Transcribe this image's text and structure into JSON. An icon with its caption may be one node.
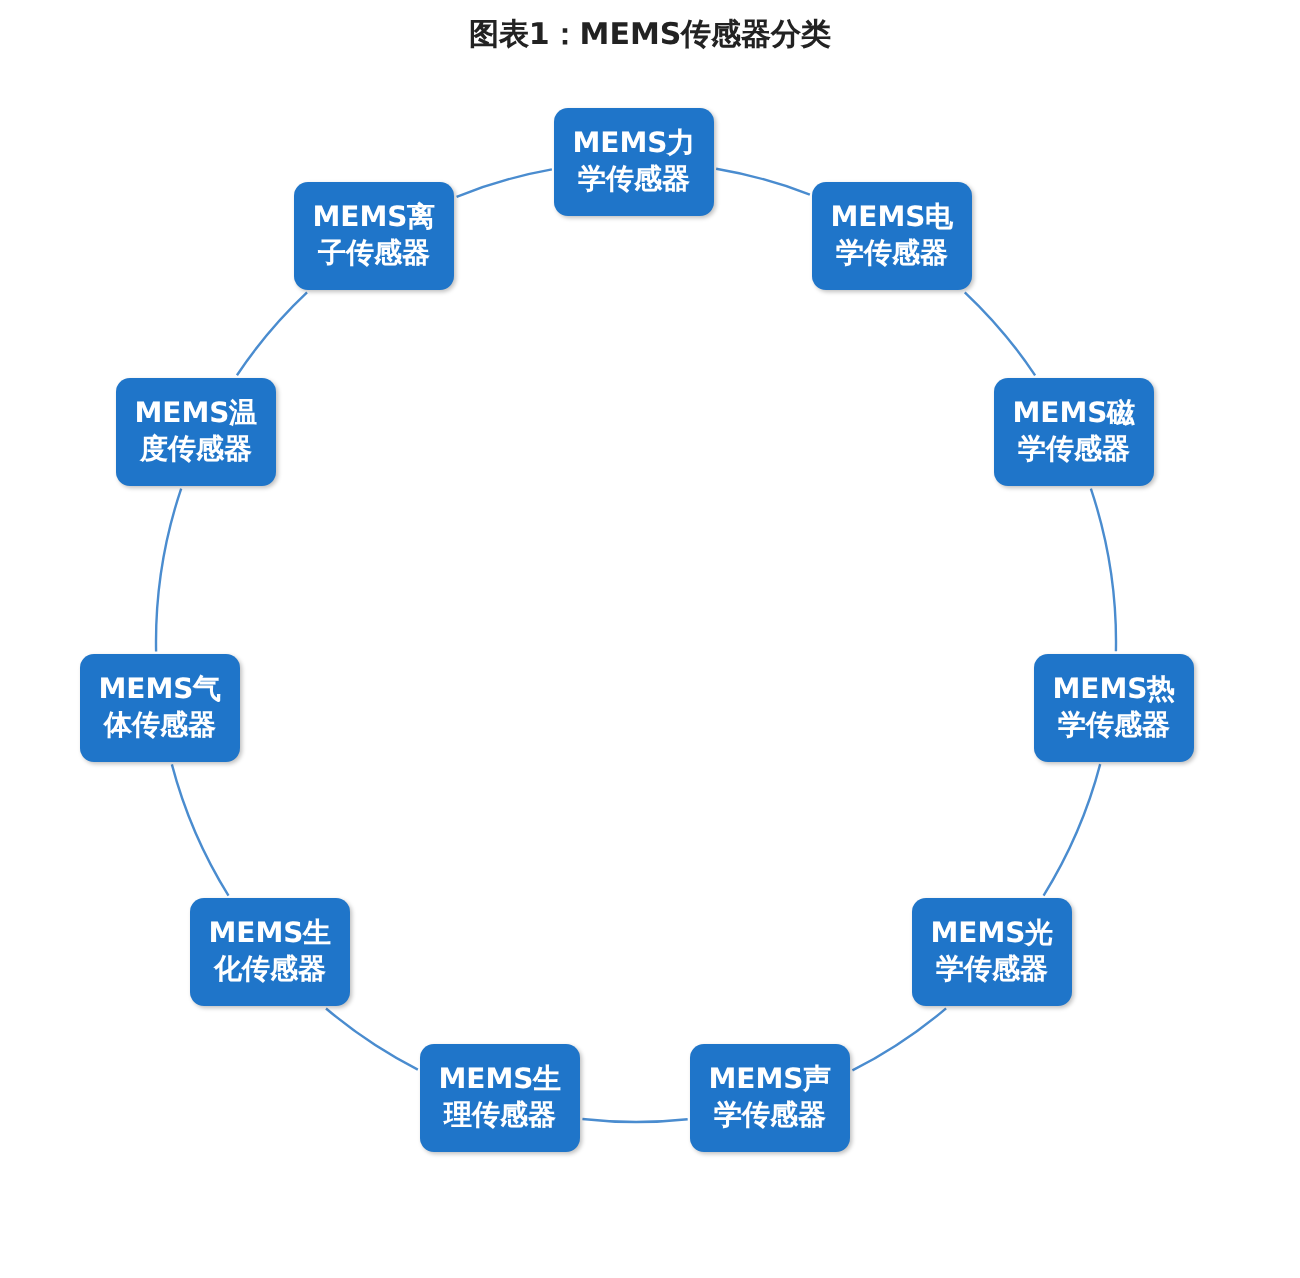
{
  "diagram": {
    "title": "图表1：MEMS传感器分类",
    "nodes": [
      {
        "text": [
          "MEMS力学传感器"
        ]
      },
      {
        "text": [
          "MEMS电学传感器"
        ]
      },
      {
        "text": [
          "MEMS磁学传感器"
        ]
      },
      {
        "text": [
          "MEMS热学传感器"
        ]
      },
      {
        "text": [
          "MEMS光学传感器"
        ]
      },
      {
        "text": [
          "MEMS声学传感器"
        ]
      },
      {
        "text": [
          "MEMS生理传感器"
        ]
      },
      {
        "text": [
          "MEMS生化传感器"
        ]
      },
      {
        "text": [
          "MEMS气体传感器"
        ]
      },
      {
        "text": [
          "MEMS温度传感器"
        ]
      },
      {
        "text": [
          "MEMS离子传感器"
        ]
      }
    ],
    "edges": [
      {
        "from": 0,
        "to": 1,
        "arrow": "none"
      },
      {
        "from": 1,
        "to": 2,
        "arrow": "none"
      },
      {
        "from": 2,
        "to": 3,
        "arrow": "none"
      },
      {
        "from": 3,
        "to": 4,
        "arrow": "none"
      },
      {
        "from": 4,
        "to": 5,
        "arrow": "none"
      },
      {
        "from": 5,
        "to": 6,
        "arrow": "none"
      },
      {
        "from": 6,
        "to": 7,
        "arrow": "none"
      },
      {
        "from": 7,
        "to": 8,
        "arrow": "none"
      },
      {
        "from": 8,
        "to": 9,
        "arrow": "none"
      },
      {
        "from": 9,
        "to": 10,
        "arrow": "none"
      },
      {
        "from": 10,
        "to": 0,
        "arrow": "none"
      }
    ]
  }
}
